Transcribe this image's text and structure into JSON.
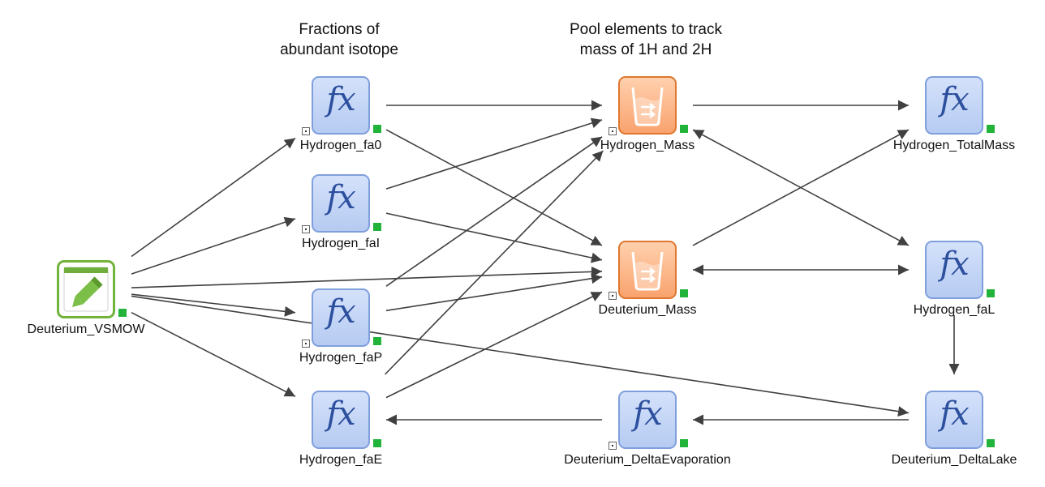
{
  "headings": {
    "fractions": "Fractions of\nabundant isotope",
    "pools": "Pool elements to track\nmass of 1H and 2H"
  },
  "nodes": [
    {
      "id": "hydrogen_fa0",
      "type": "function",
      "icon": "fx-icon",
      "label": "Hydrogen_fa0",
      "toggle": true
    },
    {
      "id": "hydrogen_fal",
      "type": "function",
      "icon": "fx-icon",
      "label": "Hydrogen_faI",
      "toggle": true
    },
    {
      "id": "hydrogen_fap",
      "type": "function",
      "icon": "fx-icon",
      "label": "Hydrogen_faP",
      "toggle": true
    },
    {
      "id": "hydrogen_fae",
      "type": "function",
      "icon": "fx-icon",
      "label": "Hydrogen_faE",
      "toggle": false
    },
    {
      "id": "hydrogen_mass",
      "type": "pool",
      "icon": "pool-icon",
      "label": "Hydrogen_Mass",
      "toggle": true
    },
    {
      "id": "deuterium_mass",
      "type": "pool",
      "icon": "pool-icon",
      "label": "Deuterium_Mass",
      "toggle": true
    },
    {
      "id": "deuterium_deltaevaporation",
      "type": "function",
      "icon": "fx-icon",
      "label": "Deuterium_DeltaEvaporation",
      "toggle": true
    },
    {
      "id": "hydrogen_totalmass",
      "type": "function",
      "icon": "fx-icon",
      "label": "Hydrogen_TotalMass",
      "toggle": false
    },
    {
      "id": "hydrogen_fal_lake",
      "type": "function",
      "icon": "fx-icon",
      "label": "Hydrogen_faL",
      "toggle": false
    },
    {
      "id": "deuterium_deltalake",
      "type": "function",
      "icon": "fx-icon",
      "label": "Deuterium_DeltaLake",
      "toggle": false
    },
    {
      "id": "deuterium_vsmow",
      "type": "data",
      "icon": "pencil-icon",
      "label": "Deuterium_VSMOW",
      "toggle": false
    }
  ],
  "links": [
    {
      "from": "deuterium_vsmow",
      "to": "hydrogen_fa0",
      "kind": "one-way"
    },
    {
      "from": "deuterium_vsmow",
      "to": "hydrogen_fal",
      "kind": "one-way"
    },
    {
      "from": "deuterium_vsmow",
      "to": "hydrogen_fap",
      "kind": "one-way"
    },
    {
      "from": "deuterium_vsmow",
      "to": "hydrogen_fae",
      "kind": "one-way"
    },
    {
      "from": "deuterium_vsmow",
      "to": "deuterium_mass",
      "kind": "one-way"
    },
    {
      "from": "deuterium_vsmow",
      "to": "deuterium_deltalake",
      "kind": "one-way"
    },
    {
      "from": "hydrogen_fa0",
      "to": "hydrogen_mass",
      "kind": "one-way"
    },
    {
      "from": "hydrogen_fa0",
      "to": "deuterium_mass",
      "kind": "one-way"
    },
    {
      "from": "hydrogen_fal",
      "to": "hydrogen_mass",
      "kind": "one-way"
    },
    {
      "from": "hydrogen_fal",
      "to": "deuterium_mass",
      "kind": "one-way"
    },
    {
      "from": "hydrogen_fap",
      "to": "hydrogen_mass",
      "kind": "one-way"
    },
    {
      "from": "hydrogen_fap",
      "to": "deuterium_mass",
      "kind": "one-way"
    },
    {
      "from": "hydrogen_fae",
      "to": "hydrogen_mass",
      "kind": "one-way"
    },
    {
      "from": "hydrogen_fae",
      "to": "deuterium_mass",
      "kind": "one-way"
    },
    {
      "from": "hydrogen_mass",
      "to": "hydrogen_totalmass",
      "kind": "one-way"
    },
    {
      "from": "deuterium_mass",
      "to": "hydrogen_totalmass",
      "kind": "one-way"
    },
    {
      "from": "hydrogen_mass",
      "to": "hydrogen_fal_lake",
      "kind": "two-way"
    },
    {
      "from": "deuterium_mass",
      "to": "hydrogen_fal_lake",
      "kind": "two-way"
    },
    {
      "from": "hydrogen_fal_lake",
      "to": "deuterium_deltalake",
      "kind": "one-way"
    },
    {
      "from": "deuterium_deltalake",
      "to": "deuterium_deltaevaporation",
      "kind": "one-way"
    },
    {
      "from": "deuterium_deltaevaporation",
      "to": "hydrogen_fae",
      "kind": "one-way"
    }
  ],
  "colors": {
    "function_fill": "#c5d6f6",
    "function_border": "#7f9fdc",
    "pool_fill": "#fbb385",
    "pool_border": "#e0762f",
    "data_border": "#72b33c",
    "status_green": "#22b43a",
    "arrow": "#404040"
  }
}
